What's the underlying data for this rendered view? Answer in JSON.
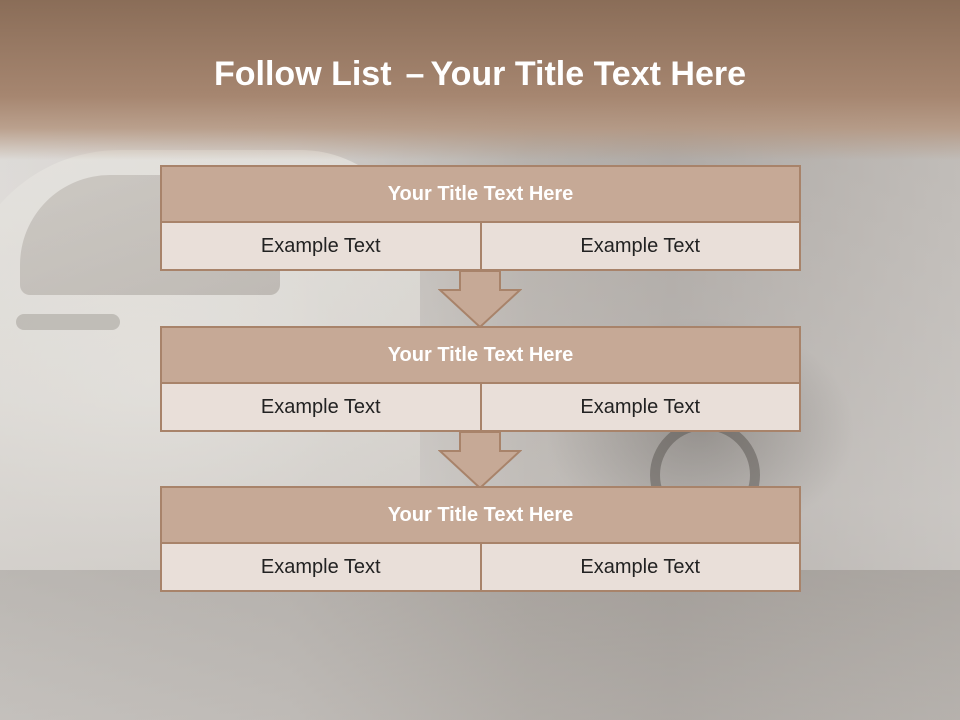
{
  "slide": {
    "title_bold": "Follow List",
    "title_dash": "–",
    "title_rest": "Your Title Text Here"
  },
  "steps": [
    {
      "title": "Your Title Text Here",
      "left": "Example Text",
      "right": "Example Text"
    },
    {
      "title": "Your Title Text Here",
      "left": "Example Text",
      "right": "Example Text"
    },
    {
      "title": "Your Title Text Here",
      "left": "Example Text",
      "right": "Example Text"
    }
  ],
  "colors": {
    "header_fill": "#c6a996",
    "cell_fill": "#e9dfd9",
    "border": "#a8836a",
    "arrow_fill": "#c6a996",
    "title_band": "#9b7c66"
  },
  "icons": [
    "down-arrow-icon"
  ]
}
